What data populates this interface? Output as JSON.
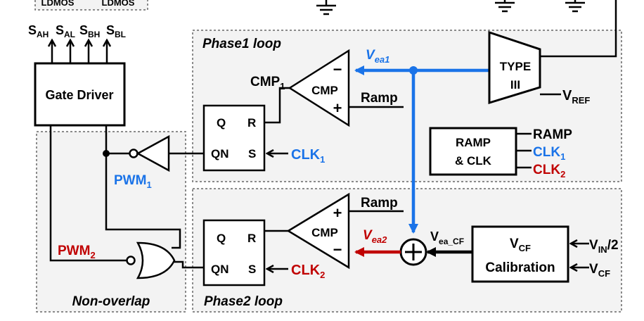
{
  "colors": {
    "blue": "#1a73e8",
    "red": "#c00000",
    "black": "#000000",
    "region_fill": "#f3f3f3",
    "region_border": "#666666"
  },
  "top_labels": {
    "ldmos_1": "LDMOS",
    "ldmos_2": "LDMOS"
  },
  "switch_labels": {
    "sah": {
      "base": "S",
      "sub": "AH"
    },
    "sal": {
      "base": "S",
      "sub": "AL"
    },
    "sbh": {
      "base": "S",
      "sub": "BH"
    },
    "sbl": {
      "base": "S",
      "sub": "BL"
    }
  },
  "regions": {
    "phase1": "Phase1 loop",
    "phase2": "Phase2 loop",
    "non_overlap": "Non-overlap"
  },
  "blocks": {
    "gate_driver": "Gate Driver",
    "type3": {
      "line1": "TYPE",
      "line2": "III"
    },
    "ramp_clk": {
      "line1": "RAMP",
      "line2": "& CLK"
    },
    "vcf_calibration": {
      "line1_base": "V",
      "line1_sub": "CF",
      "line2": "Calibration"
    },
    "cmp1": "CMP",
    "cmp2": "CMP",
    "sr_latch": {
      "q": "Q",
      "r": "R",
      "qn": "QN",
      "s": "S"
    }
  },
  "signals": {
    "cmp1_label": {
      "base": "CMP",
      "sub": "1"
    },
    "vea1": {
      "base": "V",
      "sub": "ea1"
    },
    "vea2": {
      "base": "V",
      "sub": "ea2"
    },
    "vea_cf": {
      "base": "V",
      "sub": "ea_CF"
    },
    "vref": {
      "base": "V",
      "sub": "REF"
    },
    "ramp_in_1": "Ramp",
    "ramp_in_2": "Ramp",
    "clk1_in": {
      "base": "CLK",
      "sub": "1"
    },
    "clk2_in": {
      "base": "CLK",
      "sub": "2"
    },
    "ramp_out": "RAMP",
    "clk1_out": {
      "base": "CLK",
      "sub": "1"
    },
    "clk2_out": {
      "base": "CLK",
      "sub": "2"
    },
    "pwm1": {
      "base": "PWM",
      "sub": "1"
    },
    "pwm2": {
      "base": "PWM",
      "sub": "2"
    },
    "vin_half": {
      "base": "V",
      "sub": "IN",
      "suffix": "/2"
    },
    "vcf_in": {
      "base": "V",
      "sub": "CF"
    },
    "plus": "+",
    "minus": "−"
  }
}
